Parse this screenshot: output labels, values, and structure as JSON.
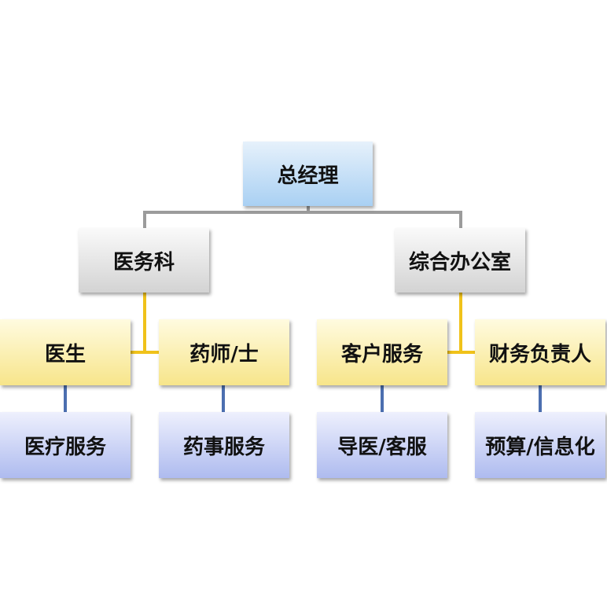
{
  "org_chart": {
    "root": "总经理",
    "departments": [
      {
        "name": "医务科",
        "roles": [
          {
            "name": "医生",
            "function": "医疗服务"
          },
          {
            "name": "药师/士",
            "function": "药事服务"
          }
        ]
      },
      {
        "name": "综合办公室",
        "roles": [
          {
            "name": "客户服务",
            "function": "导医/客服"
          },
          {
            "name": "财务负责人",
            "function": "预算/信息化"
          }
        ]
      }
    ]
  },
  "colors": {
    "root_box": "#a9d0f3",
    "department_box": "#d3d3d3",
    "role_box": "#f7e58a",
    "function_box": "#aebbef",
    "root_connector": "#9b9b9b",
    "department_connector": "#f0c21a",
    "function_connector": "#4c6fb0"
  }
}
